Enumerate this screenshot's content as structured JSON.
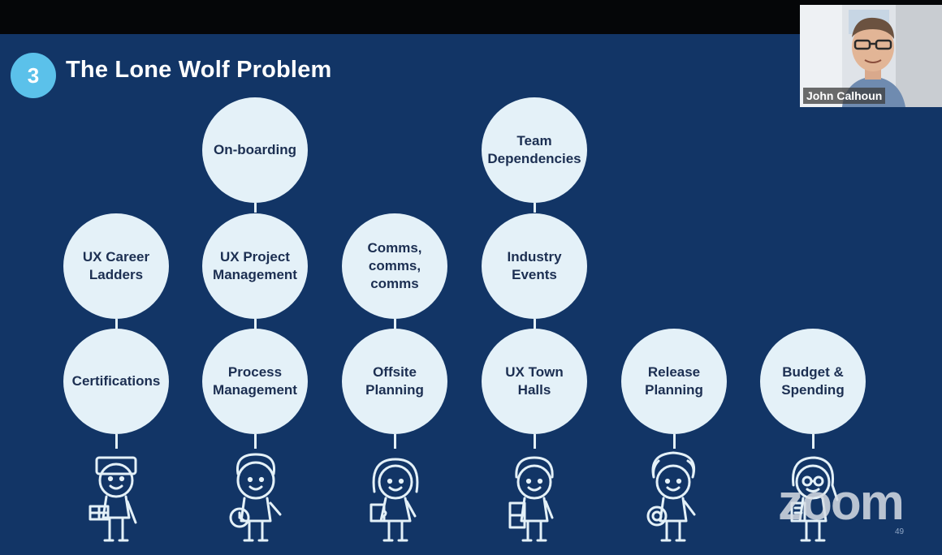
{
  "slide": {
    "number": "3",
    "title": "The Lone Wolf Problem",
    "page_number": "49",
    "background": "#123566",
    "badge_color": "#5bc1ea",
    "bubble_color": "#e4f1f8"
  },
  "columns": [
    {
      "bubbles": [
        "UX Career\nLadders",
        "Certifications"
      ],
      "figure_icon": "person-with-blocks-icon"
    },
    {
      "bubbles": [
        "On-boarding",
        "UX Project\nManagement",
        "Process\nManagement"
      ],
      "figure_icon": "person-with-stopwatch-icon"
    },
    {
      "bubbles": [
        "Comms,\ncomms,\ncomms",
        "Offsite\nPlanning"
      ],
      "figure_icon": "person-with-puzzle-icon"
    },
    {
      "bubbles": [
        "Team\nDependencies",
        "Industry\nEvents",
        "UX Town\nHalls"
      ],
      "figure_icon": "person-with-cabinet-icon"
    },
    {
      "bubbles": [
        "Release\nPlanning"
      ],
      "figure_icon": "person-with-target-icon"
    },
    {
      "bubbles": [
        "Budget &\nSpending"
      ],
      "figure_icon": "person-with-clipboard-icon"
    }
  ],
  "video": {
    "participant_name": "John Calhoun"
  },
  "watermark": "zoom"
}
